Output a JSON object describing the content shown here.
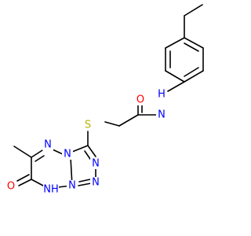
{
  "molecule": {
    "atoms": [
      {
        "id": "O_carbonyl",
        "label": "O",
        "color": "#ff0000"
      },
      {
        "id": "N_amide",
        "label": "N",
        "color": "#0000ff"
      },
      {
        "id": "H_amide",
        "label": "H",
        "color": "#0000ff"
      },
      {
        "id": "S_thioether",
        "label": "S",
        "color": "#b5b500"
      },
      {
        "id": "N_ring_1",
        "label": "N",
        "color": "#0000ff"
      },
      {
        "id": "N_ring_2",
        "label": "N",
        "color": "#0000ff"
      },
      {
        "id": "N_ring_3",
        "label": "N",
        "color": "#0000ff"
      },
      {
        "id": "N_ring_4",
        "label": "N",
        "color": "#0000ff"
      },
      {
        "id": "N_ring_5",
        "label": "N",
        "color": "#0000ff"
      },
      {
        "id": "NH_ring",
        "label": "NH",
        "color": "#0000ff"
      },
      {
        "id": "O_ketone",
        "label": "O",
        "color": "#ff0000"
      }
    ],
    "bond_color": "#000000"
  }
}
